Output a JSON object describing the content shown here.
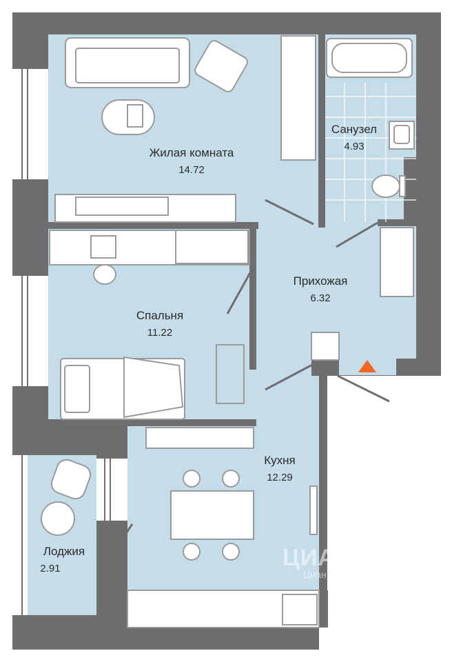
{
  "rooms": {
    "living": {
      "name": "Жилая комната",
      "area": "14.72"
    },
    "bathroom": {
      "name": "Санузел",
      "area": "4.93"
    },
    "hallway": {
      "name": "Прихожая",
      "area": "6.32"
    },
    "bedroom": {
      "name": "Спальня",
      "area": "11.22"
    },
    "kitchen": {
      "name": "Кухня",
      "area": "12.29"
    },
    "loggia": {
      "name": "Лоджия",
      "area": "2.91"
    }
  },
  "watermark": {
    "brand": "ЦИАН",
    "sub": "Циан"
  },
  "colors": {
    "floor": "#c5dce9",
    "wall": "#6e6e70",
    "furniture_line": "#9a9a9a",
    "tile_line": "#ffffff",
    "entrance_marker": "#f26522"
  },
  "icons": [
    "sofa-icon",
    "armchair-icon",
    "coffee-table-icon",
    "wardrobe-icon",
    "bathtub-icon",
    "washbasin-icon",
    "toilet-icon",
    "desk-icon",
    "laptop-icon",
    "office-chair-icon",
    "bed-icon",
    "stove-icon",
    "dining-table-icon",
    "sink-icon",
    "entrance-arrow-icon"
  ]
}
